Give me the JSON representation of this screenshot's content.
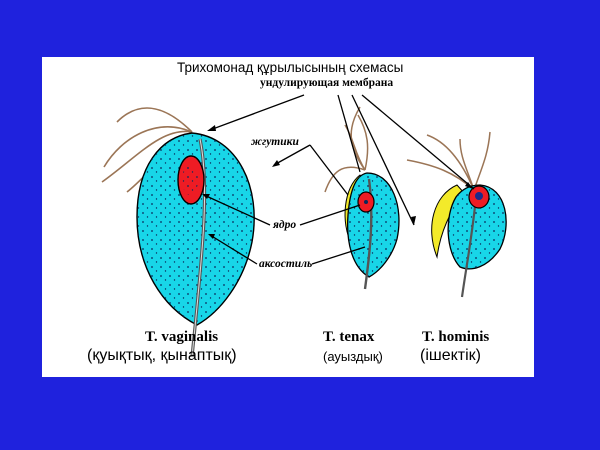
{
  "title": "Трихомонад құрылысының схемасы",
  "labels": {
    "membrane": "ундулирующая мембрана",
    "flagella": "жгутики",
    "nucleus": "ядро",
    "axostyle": "аксостиль"
  },
  "species": [
    {
      "name": "T. vaginalis",
      "location": "(қуықтық, қынаптық)"
    },
    {
      "name": "T. tenax",
      "location": "(ауыздық)"
    },
    {
      "name": "T. hominis",
      "location": "(ішектік)"
    }
  ],
  "colors": {
    "background": "#1f22dd",
    "panel": "#ffffff",
    "cell": "#18d6e8",
    "membrane": "#f3ea2a",
    "nucleus": "#ee1c24",
    "flagella": "#9b7556"
  }
}
